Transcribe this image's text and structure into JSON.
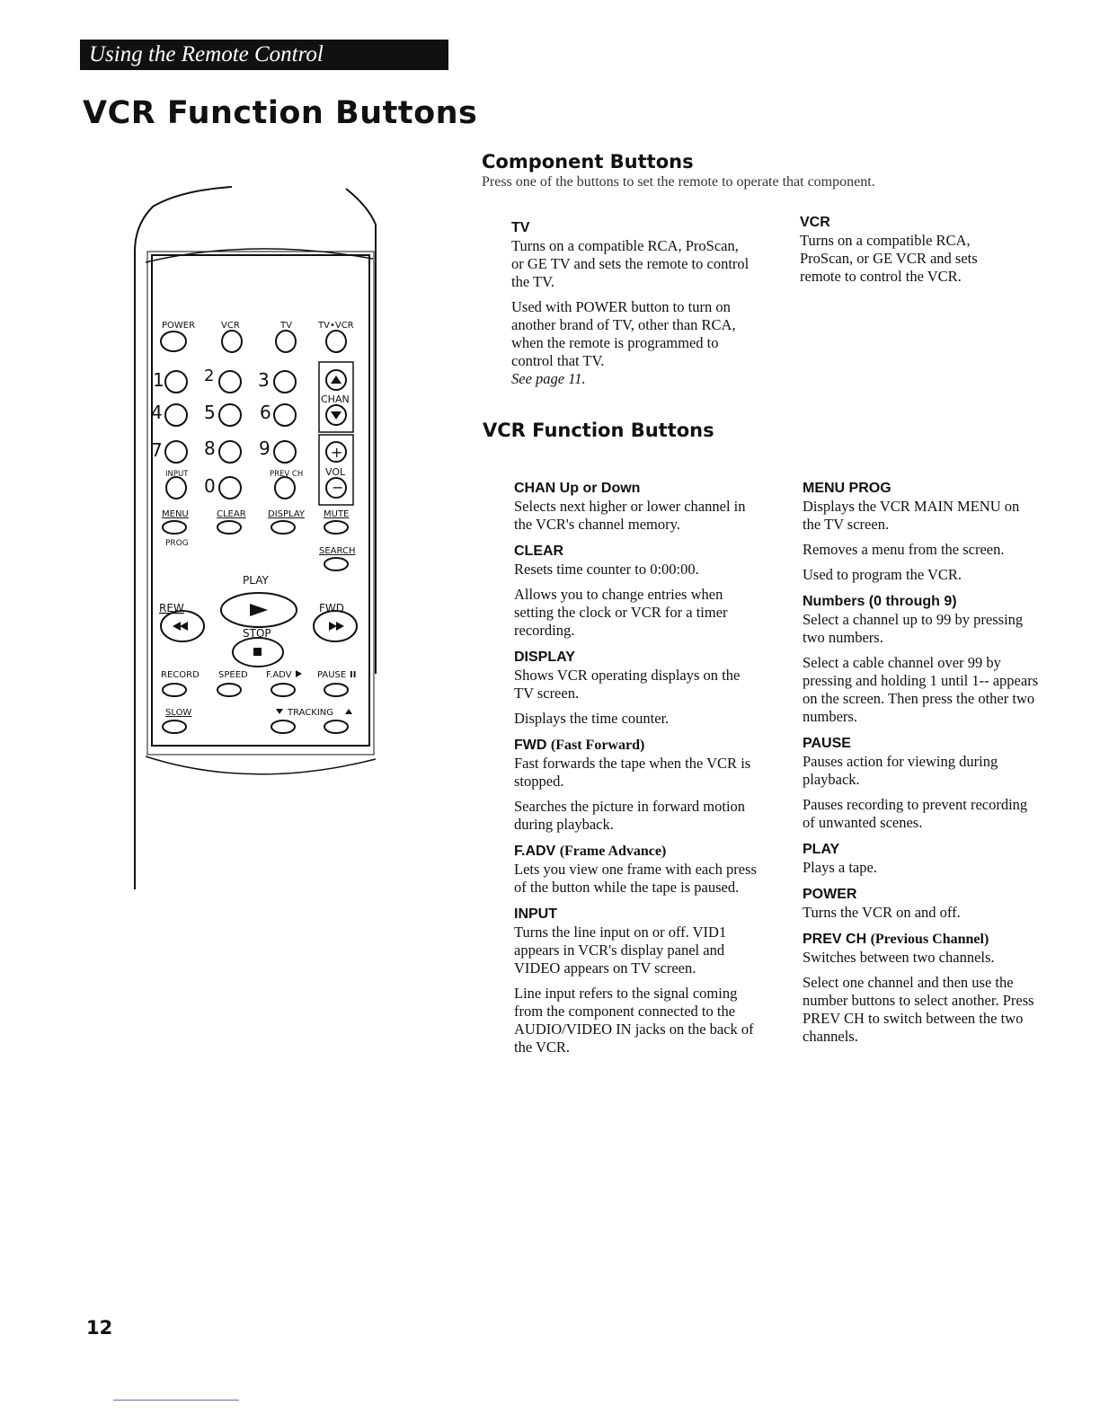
{
  "header": {
    "section": "Using the Remote Control",
    "title": "VCR Function Buttons"
  },
  "component": {
    "heading": "Component Buttons",
    "intro": "Press one of the buttons to set the remote to operate that component.",
    "tv": {
      "title": "TV",
      "p1": "Turns on a compatible RCA, ProScan, or GE TV and sets the remote to control the TV.",
      "p2": "Used with POWER button to turn on another brand of TV, other than RCA, when the remote is programmed to control that TV.",
      "ref": "See page 11."
    },
    "vcr": {
      "title": "VCR",
      "p1": "Turns on a compatible RCA, ProScan, or GE VCR and sets remote to control the VCR."
    }
  },
  "functions": {
    "heading": "VCR Function Buttons",
    "left": [
      {
        "title": "CHAN Up or Down",
        "qual": "",
        "paras": [
          "Selects next higher or lower channel in the VCR's channel memory."
        ]
      },
      {
        "title": "CLEAR",
        "qual": "",
        "paras": [
          "Resets time counter to 0:00:00.",
          "Allows you to change entries when setting the clock or VCR for a timer recording."
        ]
      },
      {
        "title": "DISPLAY",
        "qual": "",
        "paras": [
          "Shows VCR operating displays on the TV screen.",
          "Displays the time counter."
        ]
      },
      {
        "title": "FWD",
        "qual": "(Fast Forward)",
        "paras": [
          "Fast forwards the tape when the VCR is stopped.",
          "Searches the picture in forward motion during playback."
        ]
      },
      {
        "title": "F.ADV",
        "qual": "(Frame Advance)",
        "paras": [
          "Lets you view one frame with each press of the button while the tape is paused."
        ]
      },
      {
        "title": "INPUT",
        "qual": "",
        "paras": [
          "Turns the line input on or off. VID1 appears in VCR's display panel and VIDEO appears on TV screen.",
          "Line input refers to the signal coming from the component connected to the AUDIO/VIDEO IN jacks on the back of the VCR."
        ]
      }
    ],
    "right": [
      {
        "title": "MENU PROG",
        "qual": "",
        "paras": [
          "Displays the VCR MAIN MENU on the TV screen.",
          "Removes a menu from the screen.",
          "Used to program the VCR."
        ]
      },
      {
        "title": "Numbers (0 through 9)",
        "qual": "",
        "paras": [
          "Select a channel up to 99 by pressing two numbers.",
          "Select a cable channel over 99 by pressing and holding 1 until 1-- appears on the screen. Then press the other two numbers."
        ]
      },
      {
        "title": "PAUSE",
        "qual": "",
        "paras": [
          "Pauses action for viewing during playback.",
          "Pauses recording to prevent recording of unwanted scenes."
        ]
      },
      {
        "title": "PLAY",
        "qual": "",
        "paras": [
          "Plays a tape."
        ]
      },
      {
        "title": "POWER",
        "qual": "",
        "paras": [
          "Turns the VCR on and off."
        ]
      },
      {
        "title": "PREV CH",
        "qual": "(Previous Channel)",
        "paras": [
          "Switches between two channels.",
          "Select one channel and then use the number buttons to select another. Press PREV CH to switch between the two channels."
        ]
      }
    ]
  },
  "remote": {
    "top_labels": [
      "POWER",
      "VCR",
      "TV",
      "TV•VCR"
    ],
    "digits": [
      "1",
      "2",
      "3",
      "4",
      "5",
      "6",
      "7",
      "8",
      "9",
      "0"
    ],
    "chan_label": "CHAN",
    "vol_label": "VOL",
    "input_label": "INPUT",
    "prev_ch_label": "PREV CH",
    "menu_label": "MENU",
    "prog_label": "PROG",
    "clear_label": "CLEAR",
    "display_label": "DISPLAY",
    "mute_label": "MUTE",
    "search_label": "SEARCH",
    "play_label": "PLAY",
    "rew_label": "REW",
    "fwd_label": "FWD",
    "stop_label": "STOP",
    "record_label": "RECORD",
    "speed_label": "SPEED",
    "fadv_label": "F.ADV",
    "pause_label": "PAUSE",
    "slow_label": "SLOW",
    "tracking_label": "TRACKING"
  },
  "footer": {
    "page_number": "12"
  }
}
